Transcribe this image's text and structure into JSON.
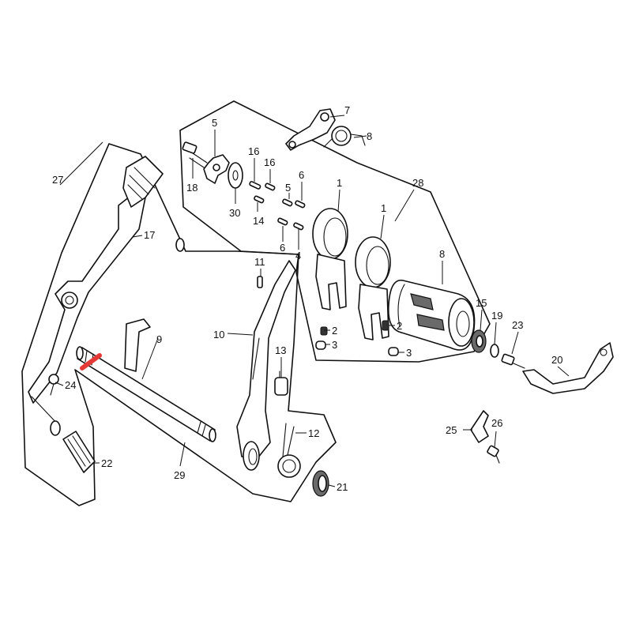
{
  "callouts": [
    "1",
    "1",
    "2",
    "2",
    "3",
    "3",
    "4",
    "5",
    "5",
    "6",
    "6",
    "7",
    "8",
    "8",
    "9",
    "10",
    "11",
    "12",
    "13",
    "14",
    "15",
    "16",
    "16",
    "17",
    "18",
    "19",
    "20",
    "21",
    "22",
    "23",
    "24",
    "25",
    "26",
    "27",
    "28",
    "29",
    "30"
  ],
  "marker_color": "#e53935",
  "line_color": "#111111"
}
